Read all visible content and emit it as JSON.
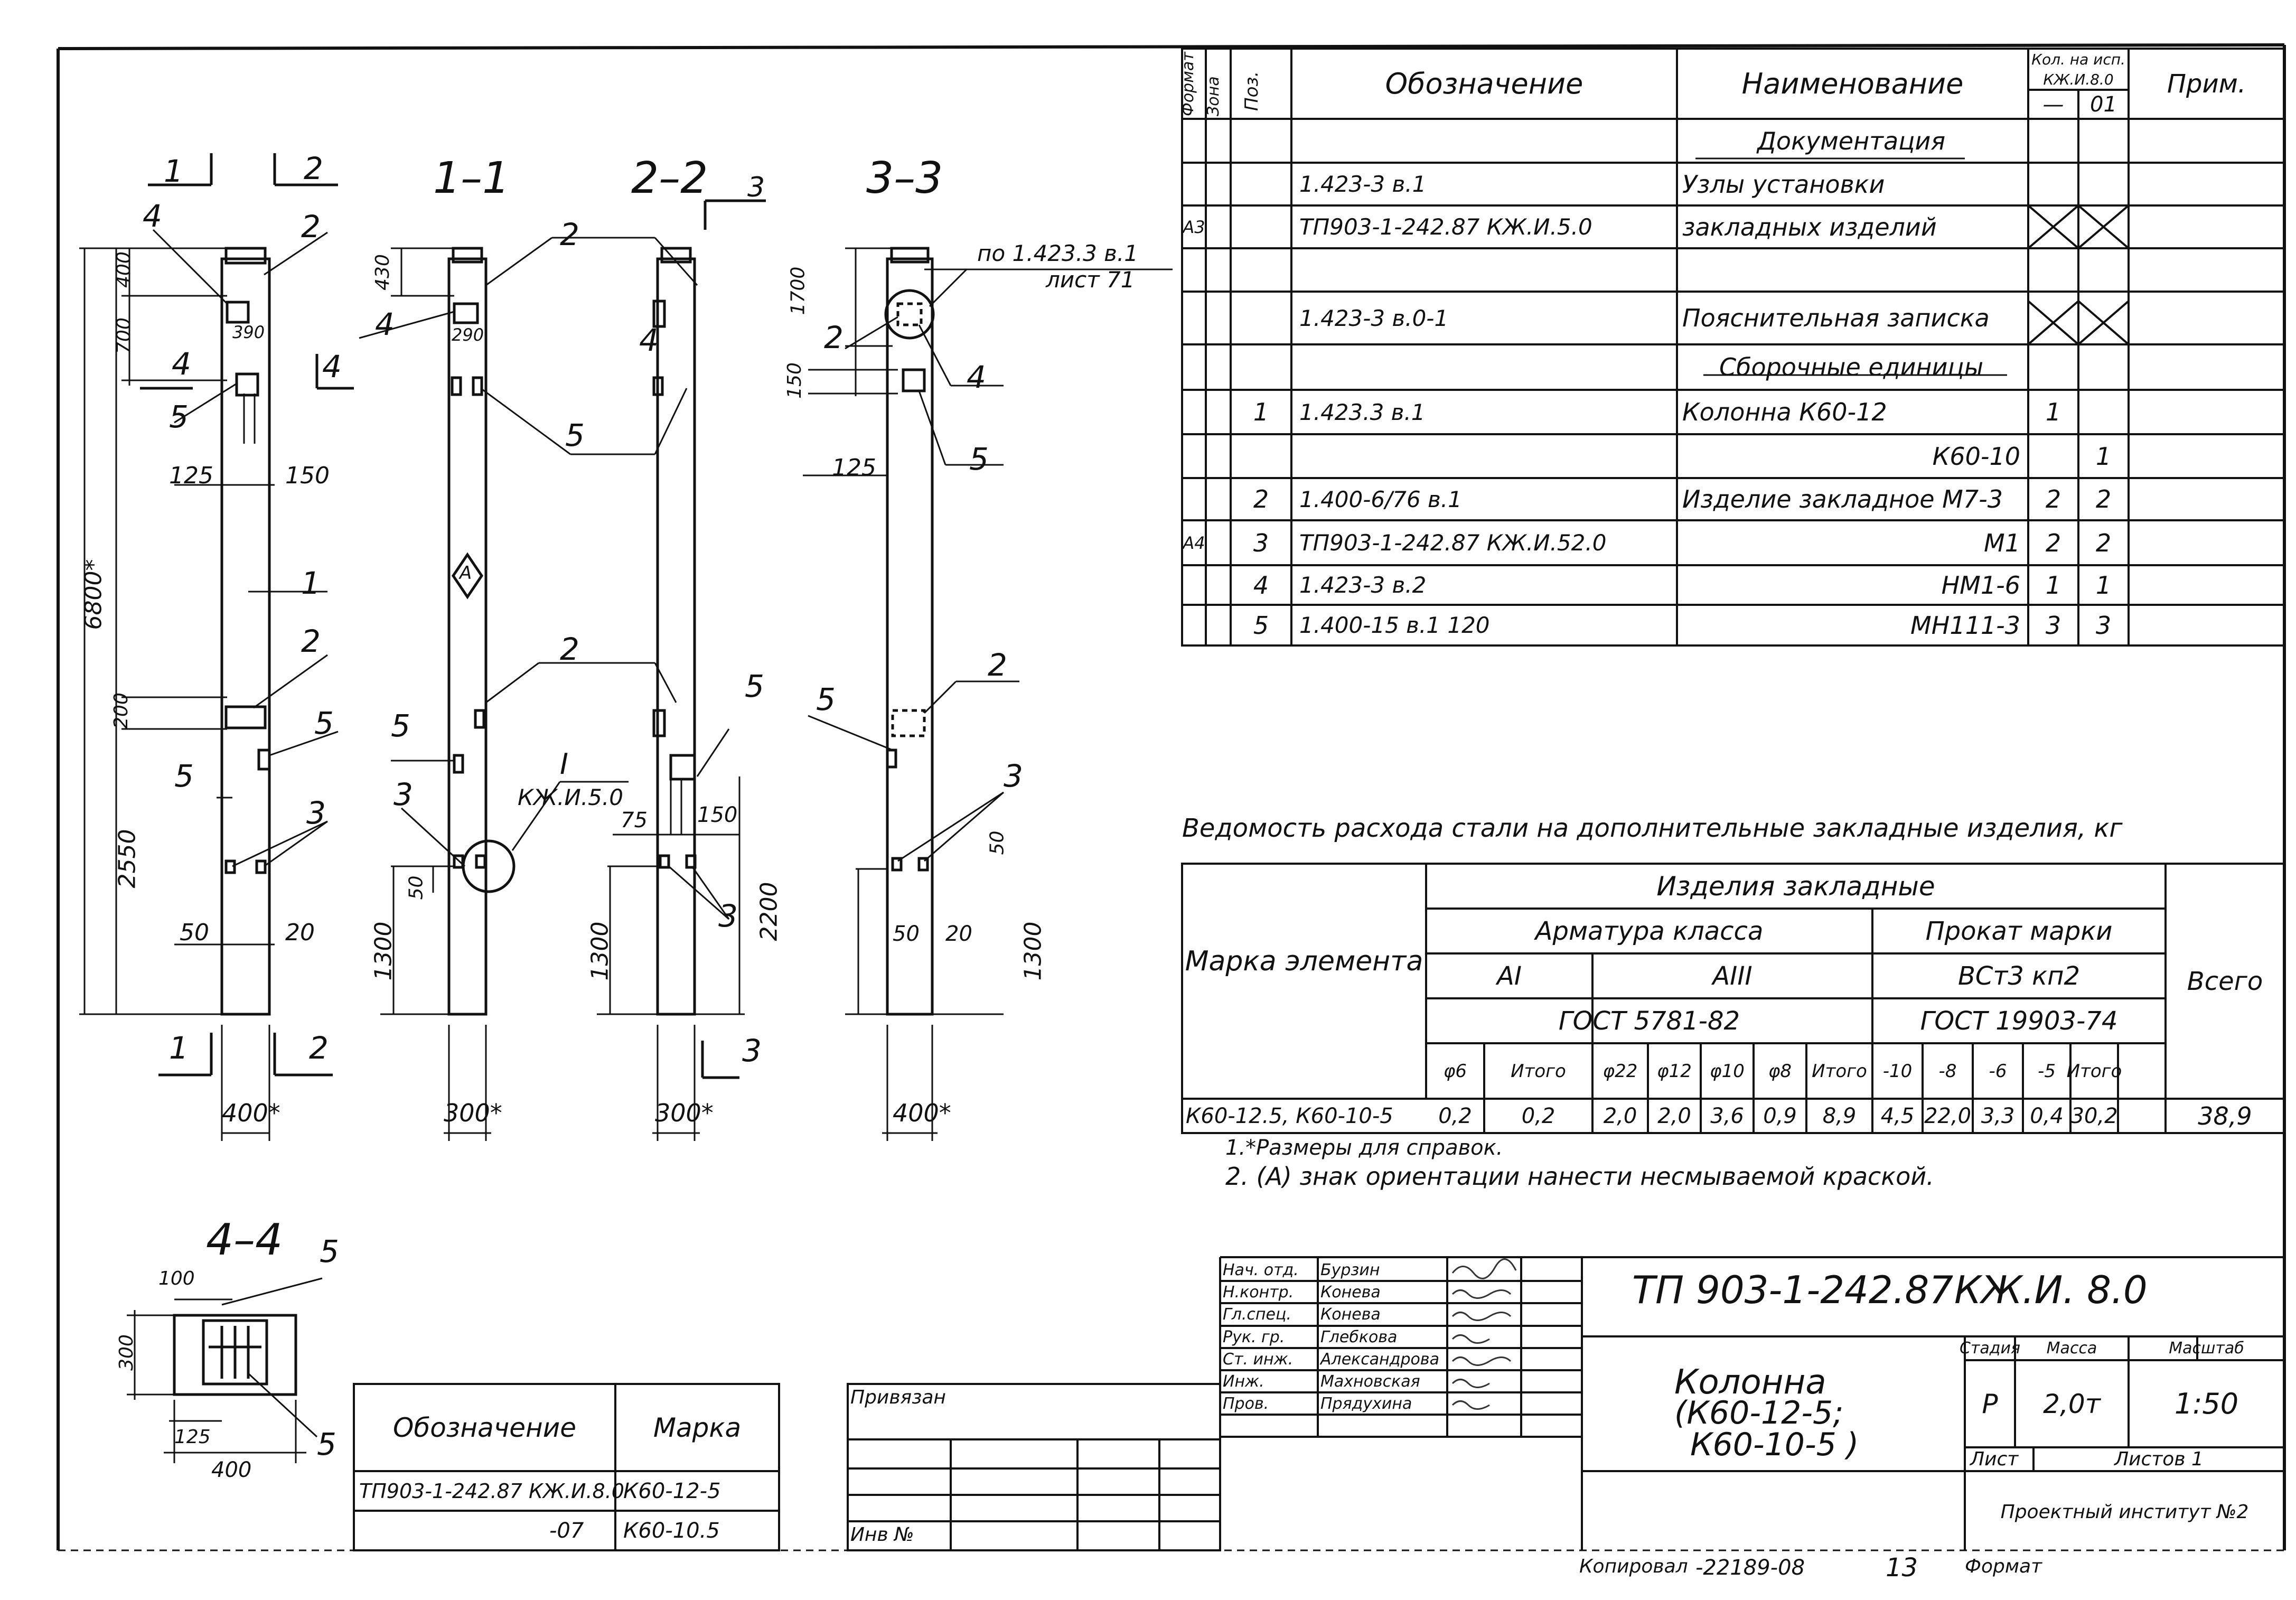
{
  "drawing": {
    "sections": [
      "1–1",
      "2–2",
      "3–3",
      "4–4"
    ],
    "cut_marks": [
      "1",
      "2",
      "3",
      "4"
    ],
    "dims_elev": [
      "6800*",
      "400",
      "700",
      "200",
      "2550",
      "430",
      "1300",
      "1700",
      "150",
      "1300",
      "2200",
      "1300",
      "300",
      "50"
    ],
    "dims_plan": [
      "390",
      "290",
      "125",
      "150",
      "125",
      "50",
      "20",
      "75",
      "150",
      "50",
      "20",
      "100",
      "125",
      "400",
      "50"
    ],
    "widths": [
      "400*",
      "300*",
      "300*",
      "400*"
    ],
    "callouts": [
      "1",
      "2",
      "3",
      "4",
      "5"
    ],
    "ref_note_1": "по 1.423.3 в.1",
    "ref_note_2": "лист 71",
    "node_label": "I",
    "node_ref": "КЖ.И.5.0",
    "orient_mark": "А"
  },
  "spec_table": {
    "headers": {
      "format": "Формат",
      "zone": "Зона",
      "pos": "Поз.",
      "designation": "Обозначение",
      "name": "Наименование",
      "qty": "Кол. на исп.",
      "qty_sub": "КЖ.И.8.0",
      "qty_col1": "—",
      "qty_col2": "01",
      "note": "Прим."
    },
    "rows": [
      {
        "format": "",
        "pos": "",
        "designation": "",
        "name": "Документация",
        "q1": "",
        "q2": ""
      },
      {
        "format": "",
        "pos": "",
        "designation": "1.423-3 в.1",
        "name": "Узлы установки",
        "q1": "",
        "q2": ""
      },
      {
        "format": "А3",
        "pos": "",
        "designation": "ТП903-1-242.87 КЖ.И.5.0",
        "name": "закладных изделий",
        "q1": "X",
        "q2": "X"
      },
      {
        "format": "",
        "pos": "",
        "designation": "",
        "name": "",
        "q1": "",
        "q2": ""
      },
      {
        "format": "",
        "pos": "",
        "designation": "1.423-3 в.0-1",
        "name": "Пояснительная записка",
        "q1": "X",
        "q2": "X"
      },
      {
        "format": "",
        "pos": "",
        "designation": "",
        "name": "Сборочные единицы",
        "q1": "",
        "q2": ""
      },
      {
        "format": "",
        "pos": "1",
        "designation": "1.423.3 в.1",
        "name": "Колонна К60-12",
        "q1": "1",
        "q2": ""
      },
      {
        "format": "",
        "pos": "",
        "designation": "",
        "name": "К60-10",
        "q1": "",
        "q2": "1"
      },
      {
        "format": "",
        "pos": "2",
        "designation": "1.400-6/76 в.1",
        "name": "Изделие закладное М7-3",
        "q1": "2",
        "q2": "2"
      },
      {
        "format": "А4",
        "pos": "3",
        "designation": "ТП903-1-242.87 КЖ.И.52.0",
        "name": "М1",
        "q1": "2",
        "q2": "2"
      },
      {
        "format": "",
        "pos": "4",
        "designation": "1.423-3 в.2",
        "name": "НМ1-6",
        "q1": "1",
        "q2": "1"
      },
      {
        "format": "",
        "pos": "5",
        "designation": "1.400-15 в.1 120",
        "name": "МН111-3",
        "q1": "3",
        "q2": "3"
      }
    ]
  },
  "steel_table": {
    "title": "Ведомость расхода стали на дополнительные закладные изделия, кг",
    "h_mark": "Марка элемента",
    "h_products": "Изделия закладные",
    "h_rebar": "Арматура класса",
    "h_rolled": "Прокат марки",
    "h_ai": "АI",
    "h_aiii": "АIII",
    "h_gost1": "ГОСТ 5781-82",
    "h_vst": "ВСт3 кп2",
    "h_gost2": "ГОСТ 19903-74",
    "h_total": "Всего",
    "sub_cols": [
      "φ6",
      "Итого",
      "φ22",
      "φ12",
      "φ10",
      "φ8",
      "Итого",
      "-10",
      "-8",
      "-6",
      "-5",
      "Итого"
    ],
    "row": {
      "mark": "К60-12.5, К60-10-5",
      "values": [
        "0,2",
        "0,2",
        "2,0",
        "2,0",
        "3,6",
        "0,9",
        "8,9",
        "4,5",
        "22,0",
        "3,3",
        "0,4",
        "30,2"
      ],
      "total": "38,9"
    }
  },
  "notes": [
    "1.*Размеры для справок.",
    "2. (А) знак ориентации нанести несмываемой краской."
  ],
  "variants_table": {
    "h_designation": "Обозначение",
    "h_mark": "Марка",
    "rows": [
      {
        "designation": "ТП903-1-242.87 КЖ.И.8.0",
        "mark": "К60-12-5"
      },
      {
        "designation": "-07",
        "mark": "К60-10.5"
      }
    ]
  },
  "binding_block": {
    "label": "Привязан",
    "inv": "Инв №"
  },
  "title_block": {
    "signatories": [
      {
        "role": "Нач. отд.",
        "name": "Бурзин"
      },
      {
        "role": "Н.контр.",
        "name": "Конева"
      },
      {
        "role": "Гл.спец.",
        "name": "Конева"
      },
      {
        "role": "Рук. гр.",
        "name": "Глебкова"
      },
      {
        "role": "Ст. инж.",
        "name": "Александрова"
      },
      {
        "role": "Инж.",
        "name": "Махновская"
      },
      {
        "role": "Пров.",
        "name": "Прядухина"
      }
    ],
    "code": "ТП 903-1-242.87",
    "sheet_code": "КЖ.И. 8.0",
    "name_1": "Колонна",
    "name_2": "(К60-12-5;",
    "name_3": "К60-10-5 )",
    "h_stage": "Стадия",
    "h_mass": "Масса",
    "h_scale": "Масштаб",
    "stage": "Р",
    "mass": "2,0т",
    "scale": "1:50",
    "sheet": "Лист",
    "sheets": "Листов 1",
    "org": "Проектный институт №2"
  },
  "footer": {
    "copied": "Копировал",
    "copy_no": "-22189-08",
    "page_no": "13",
    "format": "Формат"
  }
}
